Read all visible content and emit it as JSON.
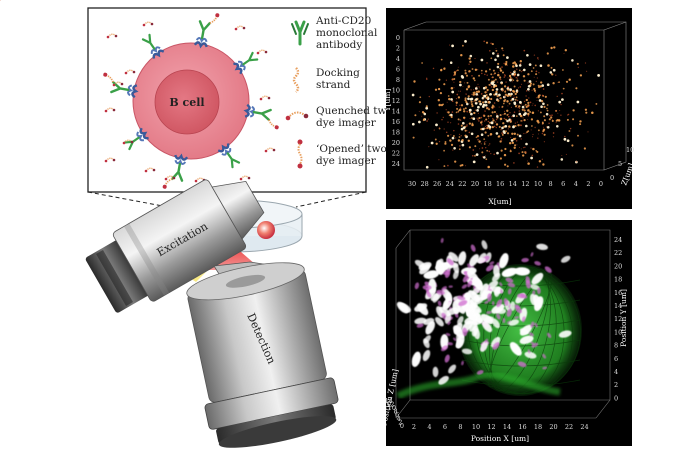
{
  "schematic": {
    "cell_label": "B cell",
    "legend": [
      {
        "key": "antibody",
        "line1": "Anti-CD20",
        "line2": "monoclonal",
        "line3": "antibody"
      },
      {
        "key": "docking",
        "line1": "Docking",
        "line2": "strand"
      },
      {
        "key": "quenched",
        "line1": "Quenched two-",
        "line2": "dye imager"
      },
      {
        "key": "opened",
        "line1": "‘Opened’ two-",
        "line2": "dye imager"
      }
    ]
  },
  "microscope": {
    "excitation_label": "Excitation",
    "detection_label": "Detection"
  },
  "panel_top": {
    "y_ticks": [
      "0",
      "2",
      "4",
      "6",
      "8",
      "10",
      "12",
      "14",
      "16",
      "18",
      "20",
      "22",
      "24"
    ],
    "y_label": "Y[um]",
    "x_ticks": [
      "30",
      "28",
      "26",
      "24",
      "22",
      "20",
      "18",
      "16",
      "14",
      "12",
      "10",
      "8",
      "6",
      "4",
      "2",
      "0"
    ],
    "x_label": "X[um]",
    "z_ticks": [
      "0",
      "5",
      "10"
    ],
    "z_label": "Z[um]"
  },
  "panel_bottom": {
    "right_ticks": [
      "24",
      "22",
      "20",
      "18",
      "16",
      "14",
      "12",
      "10",
      "8",
      "6",
      "4",
      "2",
      "0"
    ],
    "right_label": "Position Y [um]",
    "x_ticks": [
      "2",
      "4",
      "6",
      "8",
      "10",
      "12",
      "14",
      "16",
      "18",
      "20",
      "22",
      "24"
    ],
    "x_label": "Position X [um]",
    "z_ticks": [
      "0",
      "2",
      "4",
      "6",
      "8",
      "10",
      "12",
      "14"
    ],
    "z_label": "Position Z [um]"
  },
  "colors": {
    "cell": "#e6808c",
    "nucleus": "#d9666f",
    "antibody": "#3aa048",
    "receptor": "#3a5a9a",
    "docking": "#e8a060",
    "imager": "#c03040",
    "points": "#f0a060",
    "green": "#3cc83c",
    "magenta": "#d070d0"
  }
}
